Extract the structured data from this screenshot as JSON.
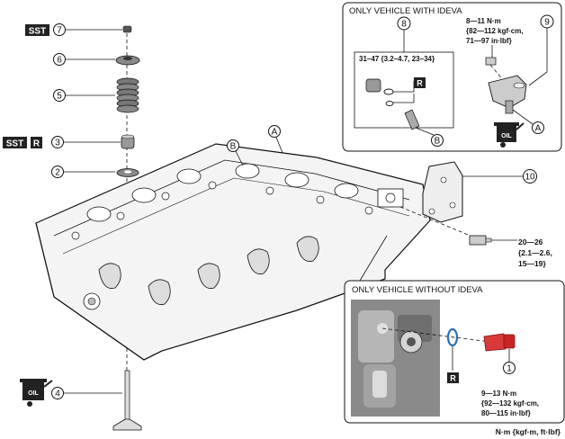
{
  "sst_tag": "SST",
  "r_tag": "R",
  "oil_tag": "OIL",
  "part_numbers": {
    "p1": "1",
    "p2": "2",
    "p3": "3",
    "p4": "4",
    "p5": "5",
    "p6": "6",
    "p7": "7",
    "p8": "8",
    "p9": "9",
    "p10": "10"
  },
  "letters": {
    "a": "A",
    "b": "B"
  },
  "ideva": {
    "title": "ONLY VEHICLE WITH IDEVA",
    "torque8": "31–47 {3.2–4.7, 23–34}",
    "torque9_l1": "8—11 N·m",
    "torque9_l2": "{82—112 kgf·cm,",
    "torque9_l3": "71—97 in·lbf}"
  },
  "no_ideva": {
    "title": "ONLY VEHICLE WITHOUT IDEVA",
    "torque1_l1": "9—13 N·m",
    "torque1_l2": "{92—132 kgf·cm,",
    "torque1_l3": "80—115 in·lbf}"
  },
  "bolt_torque": {
    "l1": "20—26",
    "l2": "{2.1—2.6,",
    "l3": "15—19}"
  },
  "units_note": "N·m {kgf·m, ft·lbf}"
}
